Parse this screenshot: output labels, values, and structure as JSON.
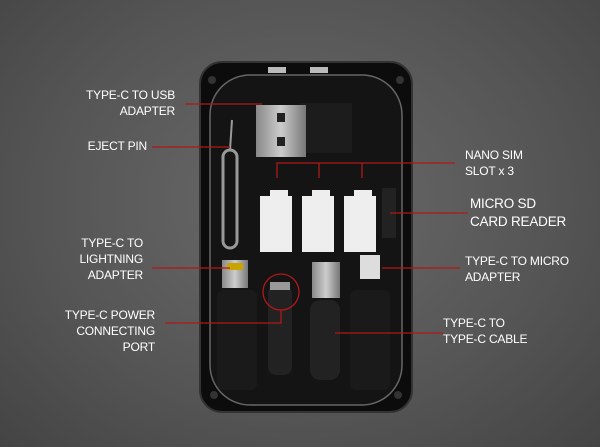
{
  "labels": {
    "usb": [
      "TYPE-C TO USB",
      "ADAPTER"
    ],
    "eject": [
      "EJECT PIN"
    ],
    "sim": [
      "NANO SIM",
      "SLOT x 3"
    ],
    "sd": [
      "MICRO SD",
      "CARD READER"
    ],
    "lightning": [
      "TYPE-C TO",
      "LIGHTNING",
      "ADAPTER"
    ],
    "micro": [
      "TYPE-C TO MICRO",
      "ADAPTER"
    ],
    "power": [
      "TYPE-C POWER",
      "CONNECTING",
      "PORT"
    ],
    "cable": [
      "TYPE-C TO",
      "TYPE-C CABLE"
    ]
  },
  "colors": {
    "leader_line": "#b01818",
    "background": "#5a5a5a",
    "device": "#111111"
  }
}
